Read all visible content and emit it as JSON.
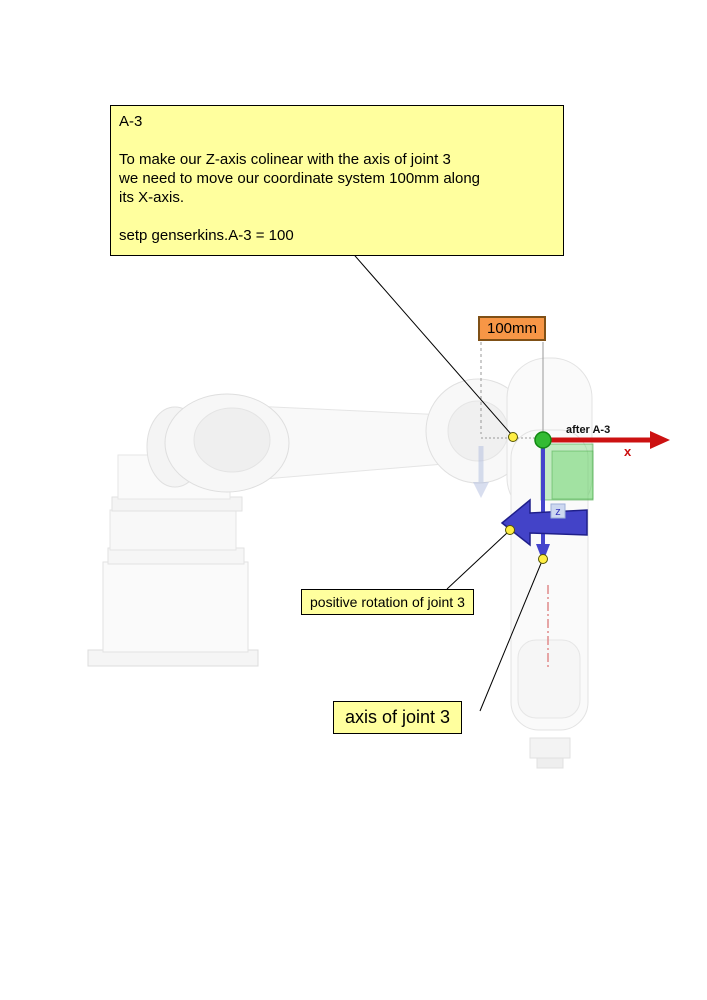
{
  "callout": {
    "title": "A-3",
    "line1": "To make our Z-axis colinear with the axis of joint 3",
    "line2": "we need to move our coordinate system 100mm along",
    "line3": "its X-axis.",
    "command": "setp genserkins.A-3 = 100"
  },
  "labels": {
    "dimension": "100mm",
    "after_axis": "after A-3",
    "x_axis": "x",
    "z_axis": "z",
    "positive_rotation": "positive rotation of joint 3",
    "joint_axis": "axis of joint 3"
  },
  "colors": {
    "callout_background": "#FFFF9E",
    "dimension_background": "#F79646",
    "dimension_border": "#7F5016",
    "x_axis_red": "#CC1111",
    "z_axis_blue": "#3C3CCC",
    "origin_green": "#33BB33",
    "marker_yellow": "#FFEE44",
    "robot_body": "#F7F7F7",
    "robot_outline": "#E0E0E0"
  }
}
